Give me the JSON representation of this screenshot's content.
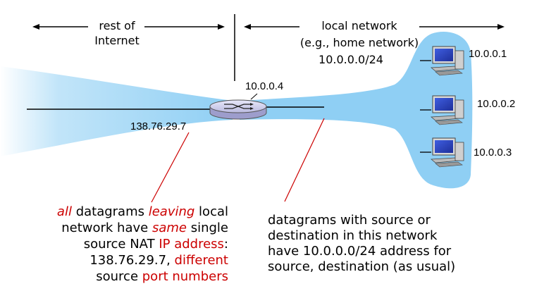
{
  "rest_of_internet": {
    "line1": "rest of",
    "line2": "Internet"
  },
  "local_network": {
    "line1": "local network",
    "line2": "(e.g., home network)",
    "line3": "10.0.0.0/24"
  },
  "router_ip": "10.0.0.4",
  "public_ip": "138.76.29.7",
  "hosts": [
    {
      "ip": "10.0.0.1"
    },
    {
      "ip": "10.0.0.2"
    },
    {
      "ip": "10.0.0.3"
    }
  ],
  "left_note": {
    "line1": {
      "all": "all",
      "mid": " datagrams ",
      "leaving": "leaving",
      "end": " local"
    },
    "line2": {
      "start": "network have ",
      "same": "same",
      "end": " single"
    },
    "line3": {
      "start": "source NAT ",
      "ip": "IP address",
      "end": ":"
    },
    "line4": {
      "start": "138.76.29.7, ",
      "different": "different"
    },
    "line5": {
      "start": "source ",
      "ports": "port numbers"
    }
  },
  "right_note": {
    "line1": "datagrams with source or",
    "line2": "destination in this network",
    "line3": "have 10.0.0.0/24 address for",
    "line4": "source, destination (as usual)"
  },
  "colors": {
    "cloud": "#8fcff4",
    "accent_red": "#cc0000",
    "router_body": "#c9c9e9"
  }
}
